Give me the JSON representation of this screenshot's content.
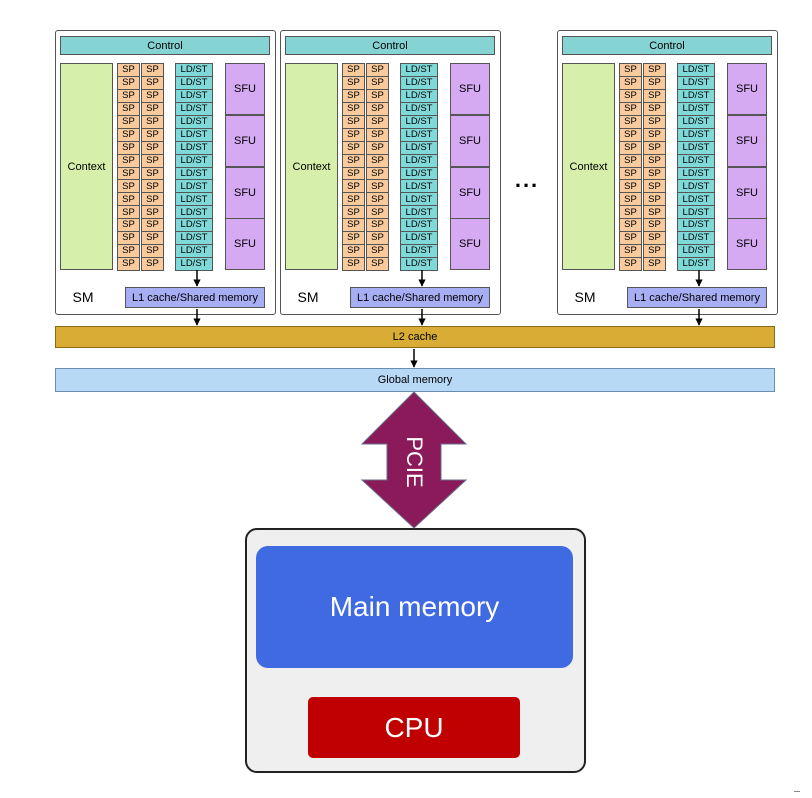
{
  "sms": [
    {
      "control": "Control",
      "context": "Context",
      "sm_label": "SM",
      "l1": "L1 cache/Shared memory",
      "sp": "SP",
      "ldst": "LD/ST",
      "sfu": "SFU"
    },
    {
      "control": "Control",
      "context": "Context",
      "sm_label": "SM",
      "l1": "L1 cache/Shared memory",
      "sp": "SP",
      "ldst": "LD/ST",
      "sfu": "SFU"
    },
    {
      "control": "Control",
      "context": "Context",
      "sm_label": "SM",
      "l1": "L1 cache/Shared memory",
      "sp": "SP",
      "ldst": "LD/ST",
      "sfu": "SFU"
    }
  ],
  "ellipsis": "...",
  "l2": "L2 cache",
  "global_memory": "Global memory",
  "pcie": "PCIE",
  "main_memory": "Main memory",
  "cpu": "CPU",
  "colors": {
    "control": "#86d3d3",
    "context": "#d6efab",
    "sp": "#f8ca9c",
    "ldst": "#7fd9d9",
    "sfu": "#d6aaf2",
    "l1": "#a7aef3",
    "l2": "#d8ac35",
    "global_memory": "#b7d9f5",
    "pcie": "#8b1a5a",
    "main_memory": "#3f6ae2",
    "cpu": "#c00000"
  }
}
